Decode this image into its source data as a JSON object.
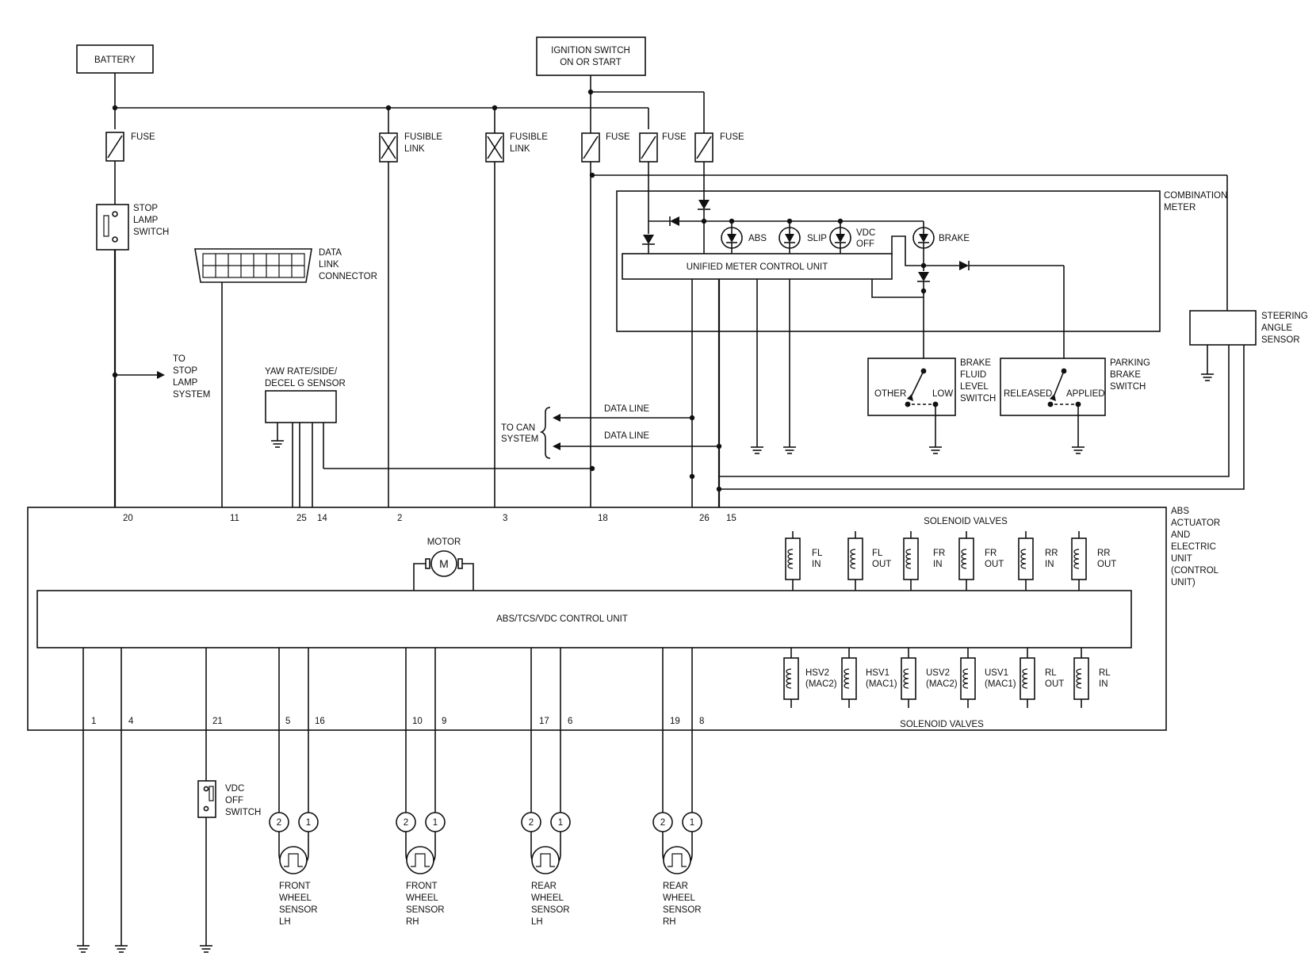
{
  "power": {
    "battery": "BATTERY",
    "ignition": [
      "IGNITION SWITCH",
      "ON OR START"
    ],
    "fuse": "FUSE",
    "fusible_link": [
      "FUSIBLE",
      "LINK"
    ]
  },
  "stop_lamp_switch": [
    "STOP",
    "LAMP",
    "SWITCH"
  ],
  "to_stop_lamp": [
    "TO",
    "STOP",
    "LAMP",
    "SYSTEM"
  ],
  "data_link_connector": [
    "DATA",
    "LINK",
    "CONNECTOR"
  ],
  "yaw_sensor": [
    "YAW RATE/SIDE/",
    "DECEL G SENSOR"
  ],
  "can": {
    "to_can": [
      "TO CAN",
      "SYSTEM"
    ],
    "data_line": "DATA LINE"
  },
  "combination_meter": {
    "label": [
      "COMBINATION",
      "METER"
    ],
    "unit": "UNIFIED METER CONTROL UNIT",
    "lamps": {
      "abs": "ABS",
      "slip": "SLIP",
      "vdc_off": [
        "VDC",
        "OFF"
      ],
      "brake": "BRAKE"
    }
  },
  "brake_fluid_switch": {
    "label": [
      "BRAKE",
      "FLUID",
      "LEVEL",
      "SWITCH"
    ],
    "other": "OTHER",
    "low": "LOW"
  },
  "parking_brake_switch": {
    "label": [
      "PARKING",
      "BRAKE",
      "SWITCH"
    ],
    "released": "RELEASED",
    "applied": "APPLIED"
  },
  "steering_sensor": [
    "STEERING",
    "ANGLE",
    "SENSOR"
  ],
  "actuator": {
    "label": [
      "ABS",
      "ACTUATOR",
      "AND",
      "ELECTRIC",
      "UNIT",
      "(CONTROL",
      "UNIT)"
    ],
    "control_unit": "ABS/TCS/VDC CONTROL UNIT",
    "motor": "MOTOR",
    "solenoid_valves": "SOLENOID VALVES",
    "top_pins": [
      "20",
      "11",
      "25",
      "14",
      "2",
      "3",
      "18",
      "26",
      "15"
    ],
    "bottom_pins": [
      "1",
      "4",
      "21",
      "5",
      "16",
      "10",
      "9",
      "17",
      "6",
      "19",
      "8"
    ],
    "top_valves": [
      [
        "FL",
        "IN"
      ],
      [
        "FL",
        "OUT"
      ],
      [
        "FR",
        "IN"
      ],
      [
        "FR",
        "OUT"
      ],
      [
        "RR",
        "IN"
      ],
      [
        "RR",
        "OUT"
      ]
    ],
    "bottom_valves": [
      [
        "HSV2",
        "(MAC2)"
      ],
      [
        "HSV1",
        "(MAC1)"
      ],
      [
        "USV2",
        "(MAC2)"
      ],
      [
        "USV1",
        "(MAC1)"
      ],
      [
        "RL",
        "OUT"
      ],
      [
        "RL",
        "IN"
      ]
    ]
  },
  "vdc_off_switch": [
    "VDC",
    "OFF",
    "SWITCH"
  ],
  "wheel_sensors": [
    {
      "label": [
        "FRONT",
        "WHEEL",
        "SENSOR",
        "LH"
      ],
      "pins": [
        "2",
        "1"
      ]
    },
    {
      "label": [
        "FRONT",
        "WHEEL",
        "SENSOR",
        "RH"
      ],
      "pins": [
        "2",
        "1"
      ]
    },
    {
      "label": [
        "REAR",
        "WHEEL",
        "SENSOR",
        "LH"
      ],
      "pins": [
        "2",
        "1"
      ]
    },
    {
      "label": [
        "REAR",
        "WHEEL",
        "SENSOR",
        "RH"
      ],
      "pins": [
        "2",
        "1"
      ]
    }
  ]
}
